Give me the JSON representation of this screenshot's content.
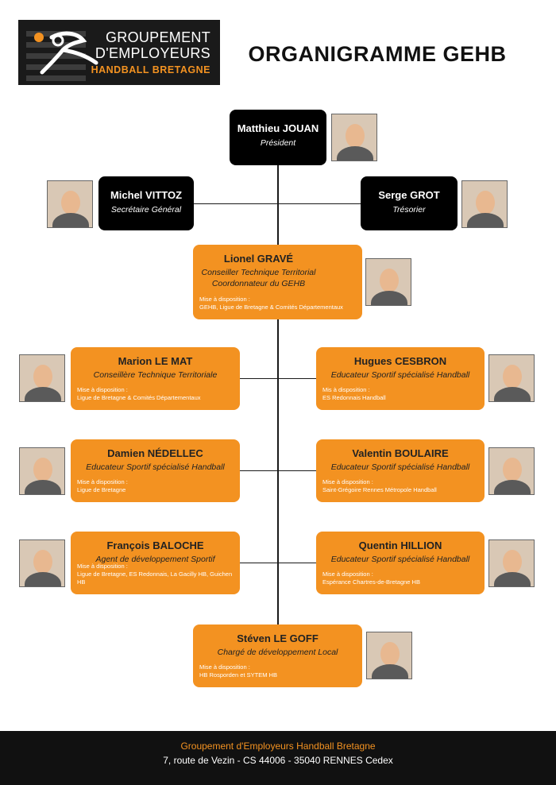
{
  "logo": {
    "line1": "GROUPEMENT",
    "line2": "D'EMPLOYEURS",
    "line3": "HANDBALL BRETAGNE",
    "accent": "#f39221",
    "background": "#1a1a1a"
  },
  "title": "ORGANIGRAMME GEHB",
  "colors": {
    "orange": "#f39221",
    "black": "#000000"
  },
  "people": [
    {
      "name": "Matthieu JOUAN",
      "role": "Président",
      "dispo_label": "",
      "dispo": ""
    },
    {
      "name": "Michel VITTOZ",
      "role": "Secrétaire Général",
      "dispo_label": "",
      "dispo": ""
    },
    {
      "name": "Serge GROT",
      "role": "Trésorier",
      "dispo_label": "",
      "dispo": ""
    },
    {
      "name": "Lionel GRAVÉ",
      "role": "Conseiller Technique Territorial",
      "role2": "Coordonnateur du GEHB",
      "dispo_label": "Mise à disposition :",
      "dispo": "GEHB, Ligue de Bretagne & Comités Départementaux"
    },
    {
      "name": "Marion LE MAT",
      "role": "Conseillère Technique Territoriale",
      "dispo_label": "Mise à disposition :",
      "dispo": "Ligue de Bretagne & Comités Départementaux"
    },
    {
      "name": "Hugues CESBRON",
      "role": "Educateur Sportif spécialisé Handball",
      "dispo_label": "Mis à disposition :",
      "dispo": "ES Redonnais Handball"
    },
    {
      "name": "Damien NÉDELLEC",
      "role": "Educateur Sportif spécialisé Handball",
      "dispo_label": "Mise à disposition :",
      "dispo": "Ligue de Bretagne"
    },
    {
      "name": "Valentin BOULAIRE",
      "role": "Educateur Sportif spécialisé Handball",
      "dispo_label": "Mise à disposition :",
      "dispo": "Saint-Grégoire Rennes Métropole Handball"
    },
    {
      "name": "François BALOCHE",
      "role": "Agent de développement Sportif",
      "dispo_label": "Mise à disposition :",
      "dispo": "Ligue de Bretagne, ES Redonnais, La Gacilly HB, Guichen HB"
    },
    {
      "name": "Quentin HILLION",
      "role": "Educateur Sportif spécialisé Handball",
      "dispo_label": "Mise à disposition :",
      "dispo": "Espérance Chartres-de-Bretagne HB"
    },
    {
      "name": "Stéven LE GOFF",
      "role": "Chargé de développement Local",
      "dispo_label": "Mise à disposition :",
      "dispo": "HB Rosporden et SYTEM HB"
    }
  ],
  "footer": {
    "org": "Groupement d'Employeurs Handball Bretagne",
    "address": "7, route de Vezin - CS 44006 - 35040 RENNES Cedex"
  }
}
